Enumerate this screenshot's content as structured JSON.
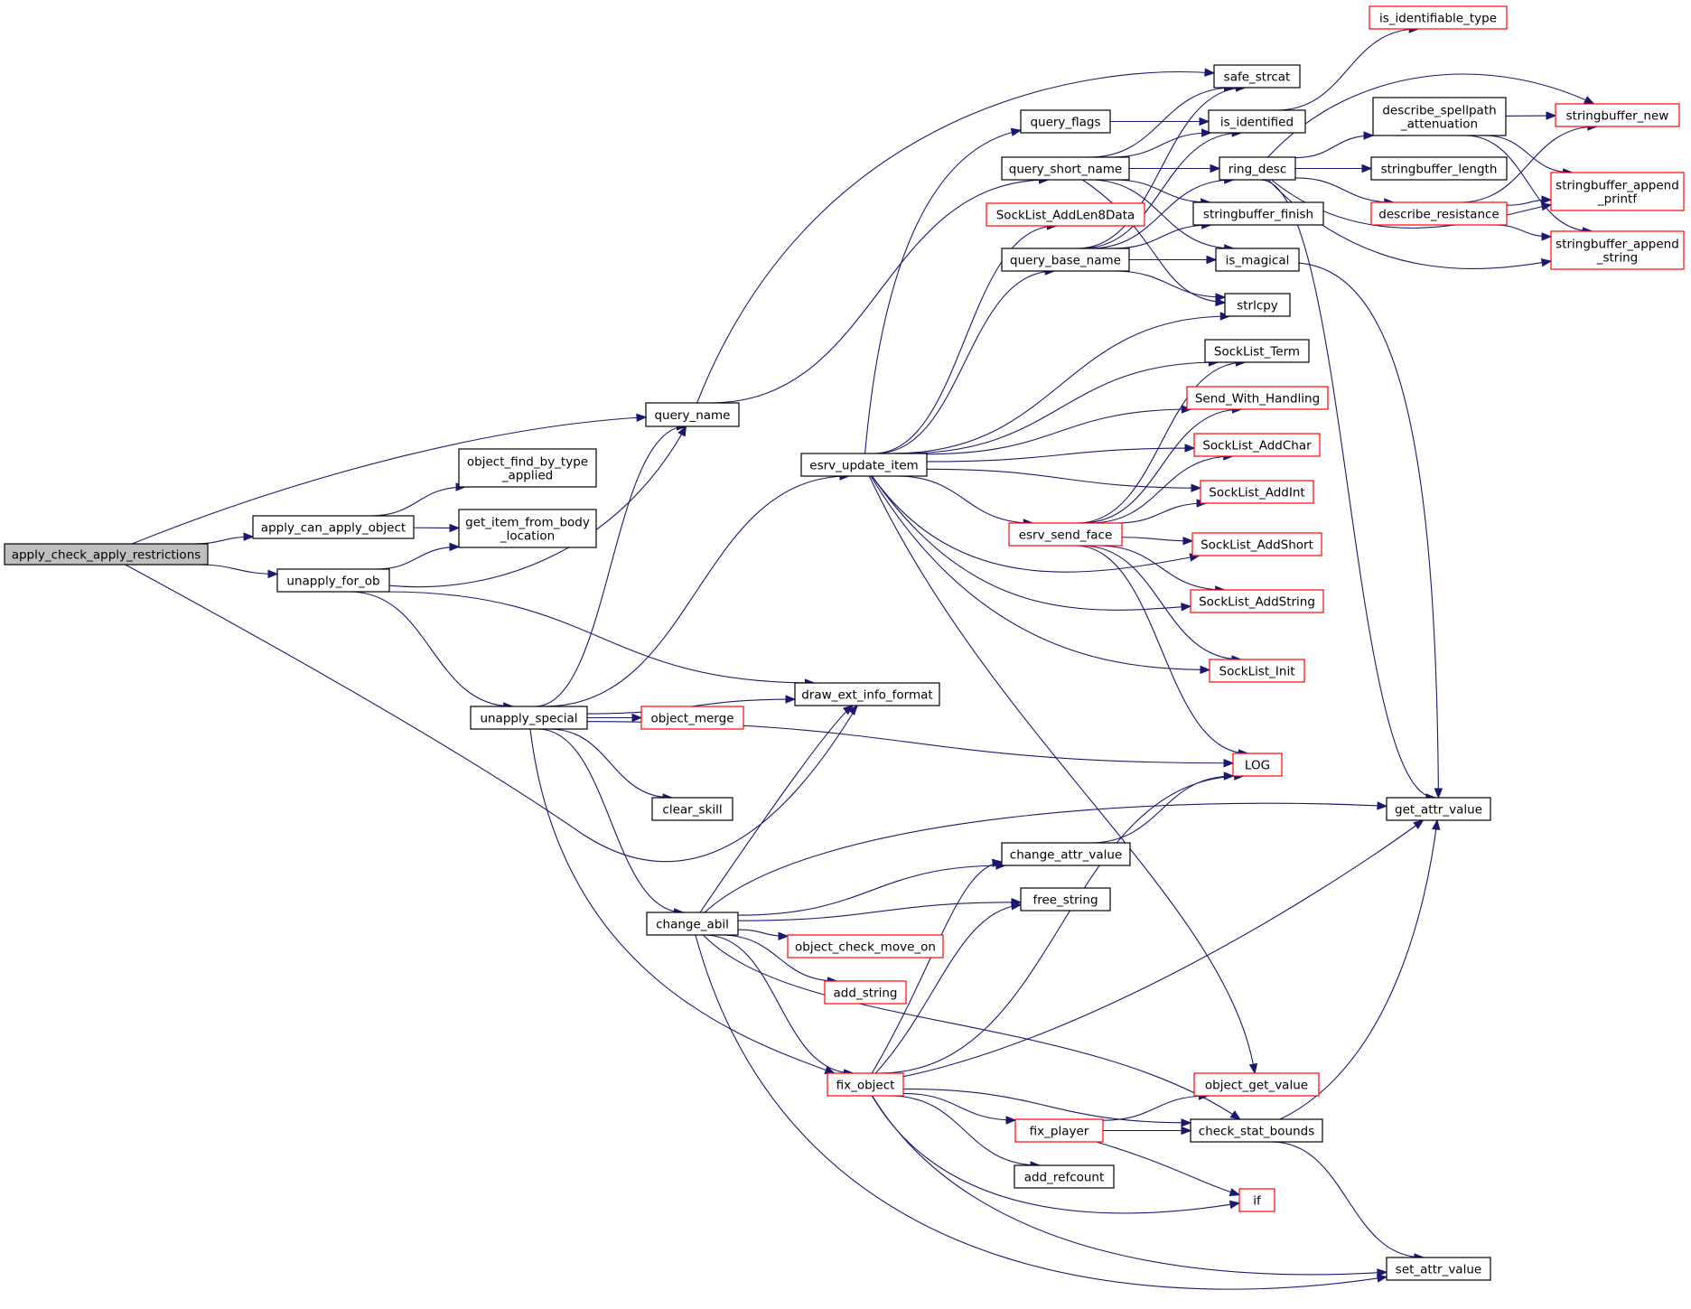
{
  "colors": {
    "edge": "#191970",
    "node_border_default": "#000000",
    "node_border_undocumented": "#ff0000",
    "root_fill": "#bfbfbf",
    "node_fill": "#ffffff"
  },
  "graph": {
    "nodes": [
      {
        "id": "apply_check_apply_restrictions",
        "lines": [
          "apply_check_apply_restrictions"
        ],
        "style": "root"
      },
      {
        "id": "query_name",
        "lines": [
          "query_name"
        ],
        "style": "normal"
      },
      {
        "id": "apply_can_apply_object",
        "lines": [
          "apply_can_apply_object"
        ],
        "style": "normal"
      },
      {
        "id": "object_find_by_type_applied",
        "lines": [
          "object_find_by_type",
          "_applied"
        ],
        "style": "normal"
      },
      {
        "id": "get_item_from_body_location",
        "lines": [
          "get_item_from_body",
          "_location"
        ],
        "style": "normal"
      },
      {
        "id": "unapply_for_ob",
        "lines": [
          "unapply_for_ob"
        ],
        "style": "normal"
      },
      {
        "id": "unapply_special",
        "lines": [
          "unapply_special"
        ],
        "style": "normal"
      },
      {
        "id": "draw_ext_info_format",
        "lines": [
          "draw_ext_info_format"
        ],
        "style": "normal"
      },
      {
        "id": "object_merge",
        "lines": [
          "object_merge"
        ],
        "style": "red"
      },
      {
        "id": "clear_skill",
        "lines": [
          "clear_skill"
        ],
        "style": "normal"
      },
      {
        "id": "change_abil",
        "lines": [
          "change_abil"
        ],
        "style": "normal"
      },
      {
        "id": "esrv_update_item",
        "lines": [
          "esrv_update_item"
        ],
        "style": "normal"
      },
      {
        "id": "query_flags",
        "lines": [
          "query_flags"
        ],
        "style": "normal"
      },
      {
        "id": "query_short_name",
        "lines": [
          "query_short_name"
        ],
        "style": "normal"
      },
      {
        "id": "SockList_AddLen8Data",
        "lines": [
          "SockList_AddLen8Data"
        ],
        "style": "red"
      },
      {
        "id": "query_base_name",
        "lines": [
          "query_base_name"
        ],
        "style": "normal"
      },
      {
        "id": "safe_strcat",
        "lines": [
          "safe_strcat"
        ],
        "style": "normal"
      },
      {
        "id": "is_identified",
        "lines": [
          "is_identified"
        ],
        "style": "normal"
      },
      {
        "id": "is_identifiable_type",
        "lines": [
          "is_identifiable_type"
        ],
        "style": "red"
      },
      {
        "id": "ring_desc",
        "lines": [
          "ring_desc"
        ],
        "style": "normal"
      },
      {
        "id": "stringbuffer_finish",
        "lines": [
          "stringbuffer_finish"
        ],
        "style": "normal"
      },
      {
        "id": "is_magical",
        "lines": [
          "is_magical"
        ],
        "style": "normal"
      },
      {
        "id": "strlcpy",
        "lines": [
          "strlcpy"
        ],
        "style": "normal"
      },
      {
        "id": "describe_spellpath_attenuation",
        "lines": [
          "describe_spellpath",
          "_attenuation"
        ],
        "style": "normal"
      },
      {
        "id": "stringbuffer_new",
        "lines": [
          "stringbuffer_new"
        ],
        "style": "red"
      },
      {
        "id": "stringbuffer_length",
        "lines": [
          "stringbuffer_length"
        ],
        "style": "normal"
      },
      {
        "id": "describe_resistance",
        "lines": [
          "describe_resistance"
        ],
        "style": "red"
      },
      {
        "id": "stringbuffer_append_printf",
        "lines": [
          "stringbuffer_append",
          "_printf"
        ],
        "style": "red"
      },
      {
        "id": "stringbuffer_append_string",
        "lines": [
          "stringbuffer_append",
          "_string"
        ],
        "style": "red"
      },
      {
        "id": "SockList_Term",
        "lines": [
          "SockList_Term"
        ],
        "style": "normal"
      },
      {
        "id": "Send_With_Handling",
        "lines": [
          "Send_With_Handling"
        ],
        "style": "red"
      },
      {
        "id": "SockList_AddChar",
        "lines": [
          "SockList_AddChar"
        ],
        "style": "red"
      },
      {
        "id": "SockList_AddInt",
        "lines": [
          "SockList_AddInt"
        ],
        "style": "red"
      },
      {
        "id": "esrv_send_face",
        "lines": [
          "esrv_send_face"
        ],
        "style": "red"
      },
      {
        "id": "SockList_AddShort",
        "lines": [
          "SockList_AddShort"
        ],
        "style": "red"
      },
      {
        "id": "SockList_AddString",
        "lines": [
          "SockList_AddString"
        ],
        "style": "red"
      },
      {
        "id": "SockList_Init",
        "lines": [
          "SockList_Init"
        ],
        "style": "red"
      },
      {
        "id": "LOG",
        "lines": [
          "LOG"
        ],
        "style": "red"
      },
      {
        "id": "get_attr_value",
        "lines": [
          "get_attr_value"
        ],
        "style": "normal"
      },
      {
        "id": "change_attr_value",
        "lines": [
          "change_attr_value"
        ],
        "style": "normal"
      },
      {
        "id": "free_string",
        "lines": [
          "free_string"
        ],
        "style": "normal"
      },
      {
        "id": "object_check_move_on",
        "lines": [
          "object_check_move_on"
        ],
        "style": "red"
      },
      {
        "id": "add_string",
        "lines": [
          "add_string"
        ],
        "style": "red"
      },
      {
        "id": "fix_object",
        "lines": [
          "fix_object"
        ],
        "style": "red"
      },
      {
        "id": "object_get_value",
        "lines": [
          "object_get_value"
        ],
        "style": "red"
      },
      {
        "id": "fix_player",
        "lines": [
          "fix_player"
        ],
        "style": "red"
      },
      {
        "id": "check_stat_bounds",
        "lines": [
          "check_stat_bounds"
        ],
        "style": "normal"
      },
      {
        "id": "add_refcount",
        "lines": [
          "add_refcount"
        ],
        "style": "normal"
      },
      {
        "id": "if",
        "lines": [
          "if"
        ],
        "style": "red"
      },
      {
        "id": "set_attr_value",
        "lines": [
          "set_attr_value"
        ],
        "style": "normal"
      }
    ],
    "edges": [
      {
        "from": "apply_check_apply_restrictions",
        "to": "query_name"
      },
      {
        "from": "apply_check_apply_restrictions",
        "to": "apply_can_apply_object"
      },
      {
        "from": "apply_check_apply_restrictions",
        "to": "unapply_for_ob"
      },
      {
        "from": "apply_check_apply_restrictions",
        "to": "draw_ext_info_format"
      },
      {
        "from": "apply_can_apply_object",
        "to": "object_find_by_type_applied"
      },
      {
        "from": "apply_can_apply_object",
        "to": "get_item_from_body_location"
      },
      {
        "from": "unapply_for_ob",
        "to": "get_item_from_body_location"
      },
      {
        "from": "unapply_for_ob",
        "to": "query_name"
      },
      {
        "from": "unapply_for_ob",
        "to": "unapply_special"
      },
      {
        "from": "unapply_for_ob",
        "to": "draw_ext_info_format"
      },
      {
        "from": "query_name",
        "to": "safe_strcat"
      },
      {
        "from": "query_name",
        "to": "query_short_name"
      },
      {
        "from": "unapply_special",
        "to": "query_name"
      },
      {
        "from": "unapply_special",
        "to": "esrv_update_item"
      },
      {
        "from": "unapply_special",
        "to": "draw_ext_info_format"
      },
      {
        "from": "unapply_special",
        "to": "object_merge"
      },
      {
        "from": "unapply_special",
        "to": "LOG"
      },
      {
        "from": "unapply_special",
        "to": "clear_skill"
      },
      {
        "from": "unapply_special",
        "to": "change_abil"
      },
      {
        "from": "unapply_special",
        "to": "fix_object"
      },
      {
        "from": "esrv_update_item",
        "to": "query_flags"
      },
      {
        "from": "esrv_update_item",
        "to": "SockList_AddLen8Data"
      },
      {
        "from": "esrv_update_item",
        "to": "query_base_name"
      },
      {
        "from": "esrv_update_item",
        "to": "strlcpy"
      },
      {
        "from": "esrv_update_item",
        "to": "SockList_Term"
      },
      {
        "from": "esrv_update_item",
        "to": "Send_With_Handling"
      },
      {
        "from": "esrv_update_item",
        "to": "SockList_AddChar"
      },
      {
        "from": "esrv_update_item",
        "to": "SockList_AddInt"
      },
      {
        "from": "esrv_update_item",
        "to": "esrv_send_face"
      },
      {
        "from": "esrv_update_item",
        "to": "SockList_AddShort"
      },
      {
        "from": "esrv_update_item",
        "to": "SockList_AddString"
      },
      {
        "from": "esrv_update_item",
        "to": "SockList_Init"
      },
      {
        "from": "esrv_update_item",
        "to": "object_get_value"
      },
      {
        "from": "query_flags",
        "to": "is_identified"
      },
      {
        "from": "query_short_name",
        "to": "safe_strcat"
      },
      {
        "from": "query_short_name",
        "to": "is_identified"
      },
      {
        "from": "query_short_name",
        "to": "ring_desc"
      },
      {
        "from": "query_short_name",
        "to": "stringbuffer_finish"
      },
      {
        "from": "query_short_name",
        "to": "is_magical"
      },
      {
        "from": "query_short_name",
        "to": "strlcpy"
      },
      {
        "from": "query_base_name",
        "to": "safe_strcat"
      },
      {
        "from": "query_base_name",
        "to": "is_identified"
      },
      {
        "from": "query_base_name",
        "to": "ring_desc"
      },
      {
        "from": "query_base_name",
        "to": "stringbuffer_finish"
      },
      {
        "from": "query_base_name",
        "to": "is_magical"
      },
      {
        "from": "query_base_name",
        "to": "strlcpy"
      },
      {
        "from": "is_identified",
        "to": "is_identifiable_type"
      },
      {
        "from": "ring_desc",
        "to": "describe_spellpath_attenuation"
      },
      {
        "from": "ring_desc",
        "to": "stringbuffer_new"
      },
      {
        "from": "ring_desc",
        "to": "stringbuffer_length"
      },
      {
        "from": "ring_desc",
        "to": "describe_resistance"
      },
      {
        "from": "ring_desc",
        "to": "stringbuffer_append_printf"
      },
      {
        "from": "ring_desc",
        "to": "stringbuffer_append_string"
      },
      {
        "from": "ring_desc",
        "to": "get_attr_value"
      },
      {
        "from": "describe_spellpath_attenuation",
        "to": "stringbuffer_new"
      },
      {
        "from": "describe_spellpath_attenuation",
        "to": "stringbuffer_append_printf"
      },
      {
        "from": "describe_spellpath_attenuation",
        "to": "stringbuffer_append_string"
      },
      {
        "from": "describe_resistance",
        "to": "stringbuffer_new"
      },
      {
        "from": "describe_resistance",
        "to": "stringbuffer_append_printf"
      },
      {
        "from": "describe_resistance",
        "to": "stringbuffer_append_string"
      },
      {
        "from": "is_magical",
        "to": "get_attr_value"
      },
      {
        "from": "esrv_send_face",
        "to": "SockList_Term"
      },
      {
        "from": "esrv_send_face",
        "to": "Send_With_Handling"
      },
      {
        "from": "esrv_send_face",
        "to": "SockList_AddChar"
      },
      {
        "from": "esrv_send_face",
        "to": "SockList_AddInt"
      },
      {
        "from": "esrv_send_face",
        "to": "SockList_AddShort"
      },
      {
        "from": "esrv_send_face",
        "to": "SockList_AddString"
      },
      {
        "from": "esrv_send_face",
        "to": "SockList_Init"
      },
      {
        "from": "esrv_send_face",
        "to": "LOG"
      },
      {
        "from": "change_abil",
        "to": "draw_ext_info_format"
      },
      {
        "from": "change_abil",
        "to": "get_attr_value"
      },
      {
        "from": "change_abil",
        "to": "change_attr_value"
      },
      {
        "from": "change_abil",
        "to": "free_string"
      },
      {
        "from": "change_abil",
        "to": "object_check_move_on"
      },
      {
        "from": "change_abil",
        "to": "add_string"
      },
      {
        "from": "change_abil",
        "to": "fix_object"
      },
      {
        "from": "change_abil",
        "to": "check_stat_bounds"
      },
      {
        "from": "change_abil",
        "to": "set_attr_value"
      },
      {
        "from": "change_attr_value",
        "to": "LOG"
      },
      {
        "from": "fix_object",
        "to": "change_attr_value"
      },
      {
        "from": "fix_object",
        "to": "free_string"
      },
      {
        "from": "fix_object",
        "to": "LOG"
      },
      {
        "from": "fix_object",
        "to": "get_attr_value"
      },
      {
        "from": "fix_object",
        "to": "check_stat_bounds"
      },
      {
        "from": "fix_object",
        "to": "fix_player"
      },
      {
        "from": "fix_object",
        "to": "add_refcount"
      },
      {
        "from": "fix_object",
        "to": "if"
      },
      {
        "from": "fix_object",
        "to": "set_attr_value"
      },
      {
        "from": "fix_player",
        "to": "object_get_value"
      },
      {
        "from": "fix_player",
        "to": "check_stat_bounds"
      },
      {
        "from": "fix_player",
        "to": "if"
      },
      {
        "from": "check_stat_bounds",
        "to": "get_attr_value"
      },
      {
        "from": "check_stat_bounds",
        "to": "set_attr_value"
      }
    ]
  }
}
